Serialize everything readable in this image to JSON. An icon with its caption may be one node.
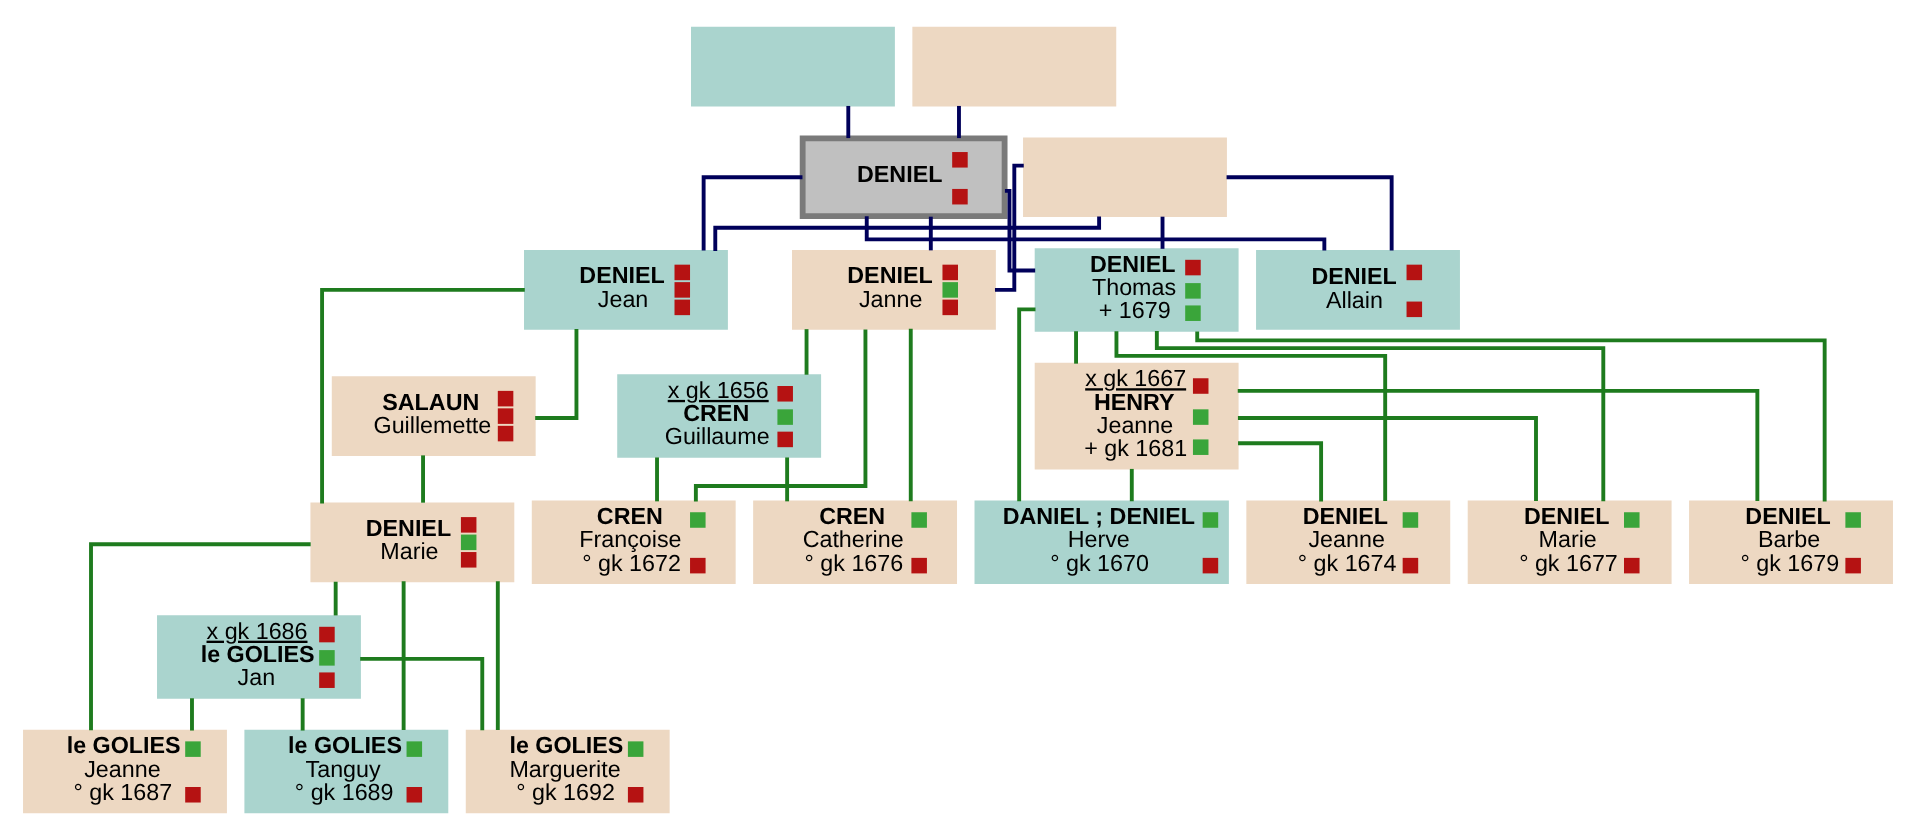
{
  "diagram": {
    "nodes": [
      {
        "text": [],
        "shape": "box"
      },
      {
        "text": [],
        "shape": "box"
      },
      {
        "text": [
          "DENIEL"
        ]
      },
      {
        "text": [],
        "shape": "box"
      },
      {
        "text": [
          "DENIEL",
          "Jean"
        ]
      },
      {
        "text": [
          "DENIEL",
          "Janne"
        ]
      },
      {
        "text": [
          "DENIEL",
          "Thomas",
          "+ 1679"
        ]
      },
      {
        "text": [
          "DENIEL",
          "Allain"
        ]
      },
      {
        "text": [
          "SALAUN",
          "Guillemette"
        ]
      },
      {
        "text": [
          "x gk 1656",
          "CREN",
          "Guillaume"
        ]
      },
      {
        "text": [
          "x gk 1667",
          "HENRY",
          "Jeanne",
          "+ gk 1681"
        ]
      },
      {
        "text": [
          "DENIEL",
          "Marie"
        ]
      },
      {
        "text": [
          "CREN",
          "Françoise",
          "° gk 1672"
        ]
      },
      {
        "text": [
          "CREN",
          "Catherine",
          "° gk 1676"
        ]
      },
      {
        "text": [
          "DANIEL ; DENIEL",
          "Herve",
          "° gk 1670"
        ]
      },
      {
        "text": [
          "DENIEL",
          "Jeanne",
          "° gk 1674"
        ]
      },
      {
        "text": [
          "DENIEL",
          "Marie",
          "° gk 1677"
        ]
      },
      {
        "text": [
          "DENIEL",
          "Barbe",
          "° gk 1679"
        ]
      },
      {
        "text": [
          "x gk 1686",
          "le GOLIES",
          "Jan"
        ]
      },
      {
        "text": [
          "le GOLIES",
          "Jeanne",
          "° gk 1687"
        ]
      },
      {
        "text": [
          "le GOLIES",
          "Tanguy",
          "° gk 1689"
        ]
      },
      {
        "text": [
          "le GOLIES",
          "Marguerite",
          "° gk 1692"
        ]
      }
    ],
    "edges": [
      {
        "from": 0,
        "to": 2,
        "arrow": "none",
        "color": "#00005a"
      },
      {
        "from": 1,
        "to": 2,
        "arrow": "none",
        "color": "#00005a"
      },
      {
        "from": 2,
        "to": 4,
        "arrow": "none",
        "color": "#00005a"
      },
      {
        "from": 2,
        "to": 5,
        "arrow": "none",
        "color": "#00005a"
      },
      {
        "from": 2,
        "to": 6,
        "arrow": "none",
        "color": "#00005a"
      },
      {
        "from": 2,
        "to": 7,
        "arrow": "none",
        "color": "#00005a"
      },
      {
        "from": 3,
        "to": 4,
        "arrow": "none",
        "color": "#00005a"
      },
      {
        "from": 3,
        "to": 5,
        "arrow": "none",
        "color": "#00005a"
      },
      {
        "from": 3,
        "to": 6,
        "arrow": "none",
        "color": "#00005a"
      },
      {
        "from": 3,
        "to": 7,
        "arrow": "none",
        "color": "#00005a"
      },
      {
        "from": 4,
        "to": 8,
        "arrow": "none"
      },
      {
        "from": 4,
        "to": 11,
        "arrow": "none"
      },
      {
        "from": 8,
        "to": 11,
        "arrow": "none"
      },
      {
        "from": 11,
        "to": 18,
        "arrow": "none"
      },
      {
        "from": 11,
        "to": 19,
        "arrow": "none"
      },
      {
        "from": 11,
        "to": 20,
        "arrow": "none"
      },
      {
        "from": 11,
        "to": 21,
        "arrow": "none"
      },
      {
        "from": 18,
        "to": 19,
        "arrow": "none"
      },
      {
        "from": 18,
        "to": 20,
        "arrow": "none"
      },
      {
        "from": 18,
        "to": 21,
        "arrow": "none"
      },
      {
        "from": 5,
        "to": 9,
        "arrow": "none"
      },
      {
        "from": 5,
        "to": 12,
        "arrow": "none"
      },
      {
        "from": 5,
        "to": 13,
        "arrow": "none"
      },
      {
        "from": 9,
        "to": 12,
        "arrow": "none"
      },
      {
        "from": 9,
        "to": 13,
        "arrow": "none"
      },
      {
        "from": 6,
        "to": 10,
        "arrow": "none"
      },
      {
        "from": 6,
        "to": 14,
        "arrow": "none"
      },
      {
        "from": 6,
        "to": 15,
        "arrow": "none"
      },
      {
        "from": 6,
        "to": 16,
        "arrow": "none"
      },
      {
        "from": 6,
        "to": 17,
        "arrow": "none"
      },
      {
        "from": 10,
        "to": 14,
        "arrow": "none"
      },
      {
        "from": 10,
        "to": 15,
        "arrow": "none"
      },
      {
        "from": 10,
        "to": 16,
        "arrow": "none"
      },
      {
        "from": 10,
        "to": 17,
        "arrow": "none"
      }
    ]
  }
}
